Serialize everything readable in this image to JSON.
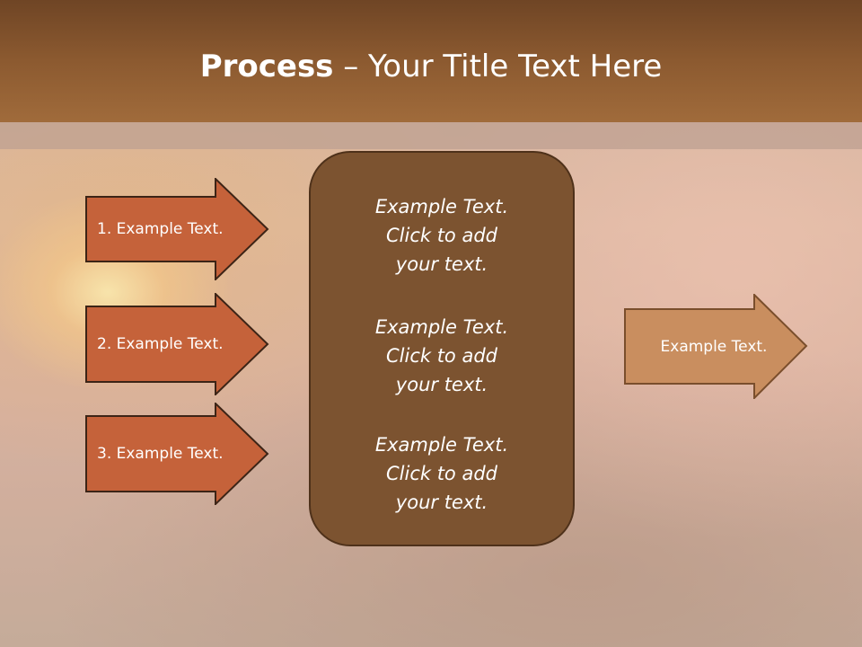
{
  "slide": {
    "title_bold": "Process",
    "title_rest": " – Your Title Text Here"
  },
  "left_arrows": [
    {
      "label": "1. Example Text."
    },
    {
      "label": "2. Example Text."
    },
    {
      "label": "3. Example Text."
    }
  ],
  "center_box": {
    "blocks": [
      {
        "lines": [
          "Example Text.",
          "Click  to add",
          "your text."
        ]
      },
      {
        "lines": [
          "Example Text.",
          "Click  to add",
          "your text."
        ]
      },
      {
        "lines": [
          "Example Text.",
          "Click  to add",
          "your text."
        ]
      }
    ]
  },
  "right_arrow": {
    "label": "Example Text."
  },
  "colors": {
    "header": "#8c5a30",
    "left_arrow_fill": "#c5623a",
    "left_arrow_stroke": "#3c2416",
    "center_fill": "#7c5330",
    "right_arrow_fill": "#c98e5f",
    "right_arrow_stroke": "#7a4e2c"
  }
}
